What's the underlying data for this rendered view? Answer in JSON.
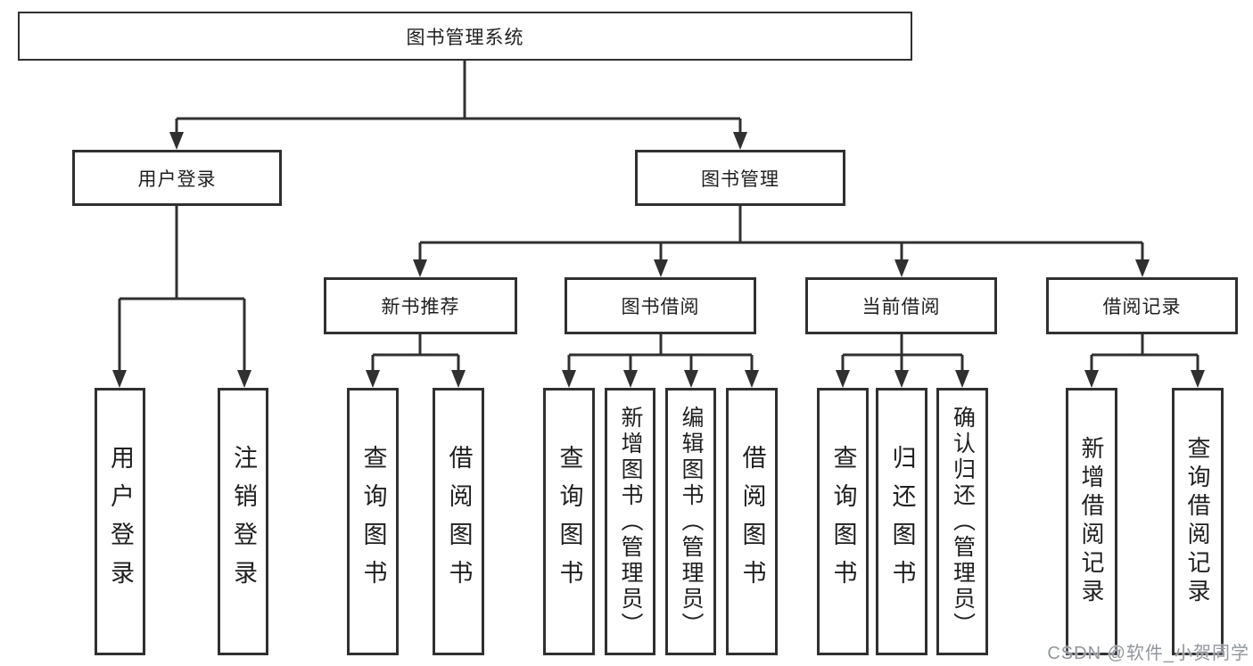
{
  "tree": {
    "root": {
      "label": "图书管理系统"
    },
    "login": {
      "label": "用户登录",
      "children": [
        {
          "label": "用户登录"
        },
        {
          "label": "注销登录"
        }
      ]
    },
    "management": {
      "label": "图书管理",
      "groups": [
        {
          "label": "新书推荐",
          "children": [
            {
              "label": "查询图书"
            },
            {
              "label": "借阅图书"
            }
          ]
        },
        {
          "label": "图书借阅",
          "children": [
            {
              "label": "查询图书"
            },
            {
              "label": "新增图书（管理员）"
            },
            {
              "label": "编辑图书（管理员）"
            },
            {
              "label": "借阅图书"
            }
          ]
        },
        {
          "label": "当前借阅",
          "children": [
            {
              "label": "查询图书"
            },
            {
              "label": "归还图书"
            },
            {
              "label": "确认归还（管理员）"
            }
          ]
        },
        {
          "label": "借阅记录",
          "children": [
            {
              "label": "新增借阅记录"
            },
            {
              "label": "查询借阅记录"
            }
          ]
        }
      ]
    }
  },
  "watermark": {
    "text": "CSDN @软件_小贺同学"
  },
  "colors": {
    "line": "#303030",
    "text": "#1f1f1f",
    "watermark": "#888e96",
    "background": "#ffffff"
  }
}
